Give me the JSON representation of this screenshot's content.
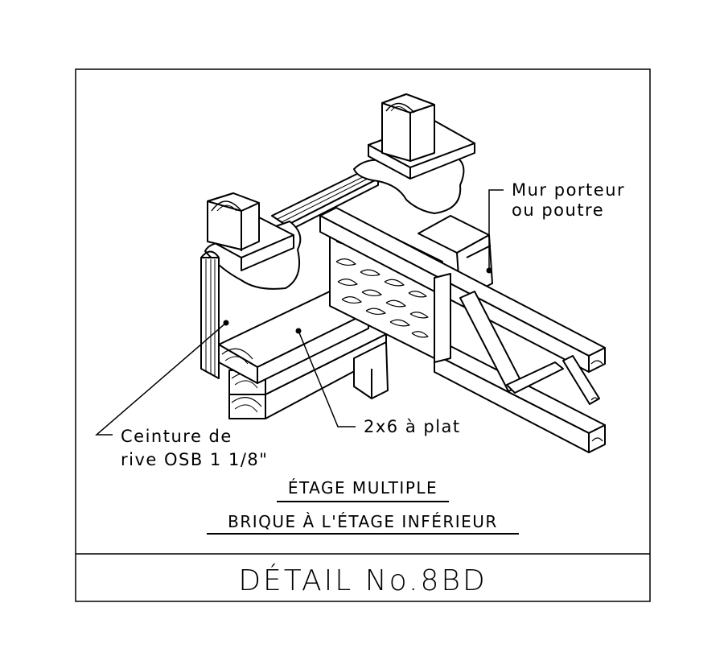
{
  "labels": {
    "wall_line1": "Mur porteur",
    "wall_line2": "ou poutre",
    "rim_line1": "Ceinture de",
    "rim_line2": "rive OSB 1 1/8\"",
    "flat_plank": "2x6 à plat"
  },
  "captions": {
    "line1": "ÉTAGE MULTIPLE",
    "line2": "BRIQUE À L'ÉTAGE INFÉRIEUR"
  },
  "title_block": {
    "title": "DÉTAIL No.8BD"
  },
  "colors": {
    "ink": "#000000",
    "paper": "#ffffff"
  }
}
